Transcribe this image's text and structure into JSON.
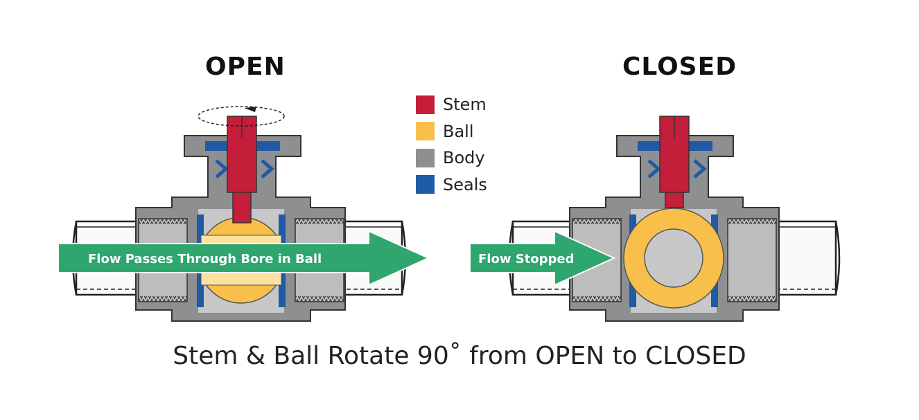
{
  "titles": {
    "open": "OPEN",
    "closed": "CLOSED"
  },
  "legend": [
    {
      "label": "Stem",
      "color": "#c41e3a"
    },
    {
      "label": "Ball",
      "color": "#f9bf4b"
    },
    {
      "label": "Body",
      "color": "#8e8f91"
    },
    {
      "label": "Seals",
      "color": "#1f5aa6"
    }
  ],
  "flow": {
    "open_label": "Flow  Passes Through Bore in Ball",
    "closed_label": "Flow  Stopped",
    "arrow_color": "#2ea66e"
  },
  "caption": "Stem & Ball Rotate 90˚ from OPEN to CLOSED"
}
